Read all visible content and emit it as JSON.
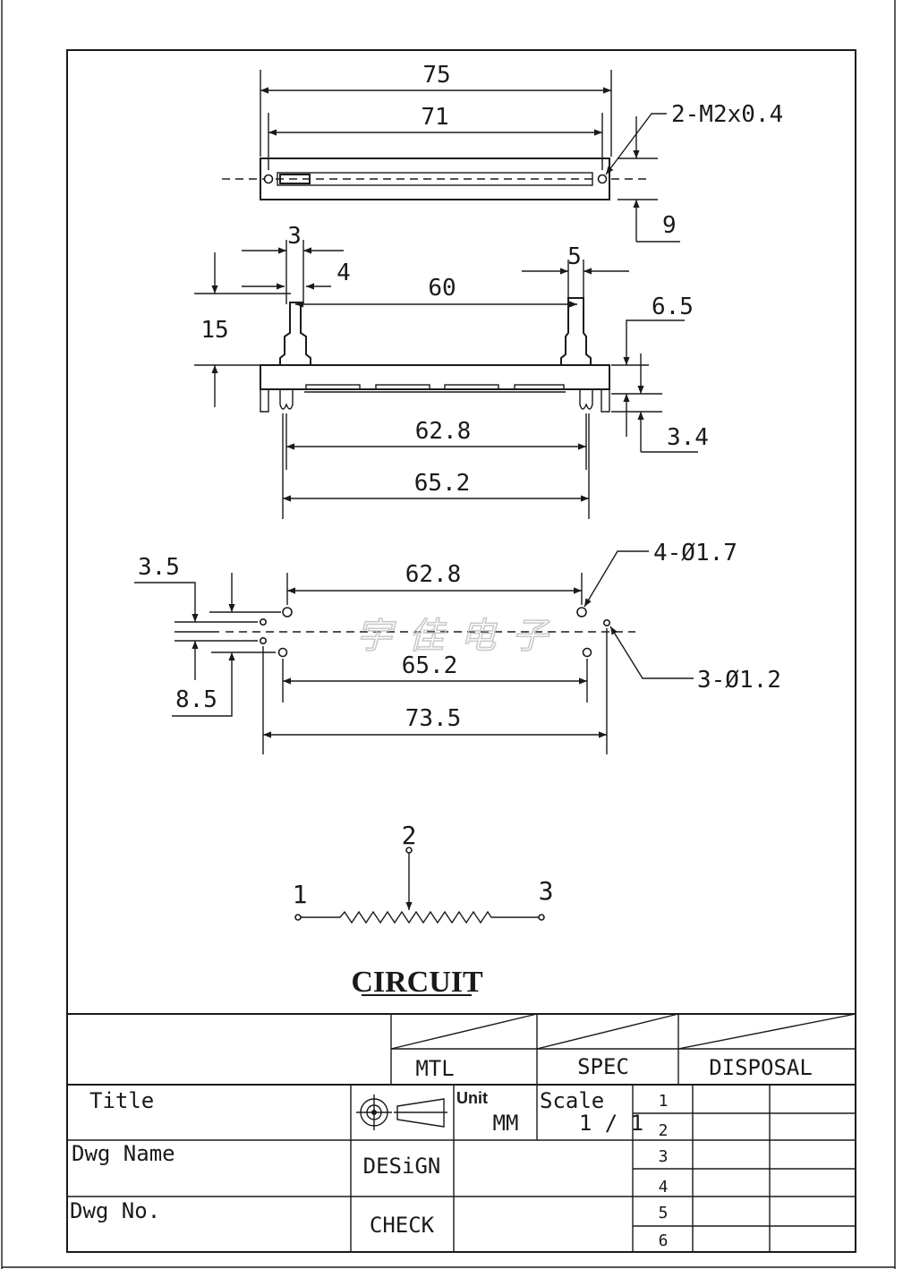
{
  "top_view": {
    "dim_overall": "75",
    "dim_holes": "71",
    "label_thread": "2-M2x0.4",
    "dim_edge": "9"
  },
  "side_view": {
    "dim_lever_a": "3",
    "dim_lever_b": "4",
    "dim_lever_c": "5",
    "dim_travel": "60",
    "dim_height": "15",
    "dim_body": "6.5",
    "dim_pin": "3.4",
    "dim_pin_inner": "62.8",
    "dim_pin_outer": "65.2"
  },
  "footprint": {
    "dim_offset_a": "3.5",
    "dim_offset_b": "8.5",
    "dim_span_top": "62.8",
    "dim_span_mid": "65.2",
    "dim_span_total": "73.5",
    "label_large_holes": "4-Ø1.7",
    "label_small_holes": "3-Ø1.2",
    "watermark": "宇佳电子"
  },
  "circuit": {
    "pin_1": "1",
    "pin_2": "2",
    "pin_3": "3",
    "title": "CIRCUIT"
  },
  "title_block": {
    "mtl": "MTL",
    "spec": "SPEC",
    "disposal": "DISPOSAL",
    "title_label": "Title",
    "unit_label": "Unit",
    "unit_value": "MM",
    "scale_label": "Scale",
    "scale_value": "1 / 1",
    "dwg_name_label": "Dwg Name",
    "design_label": "DESiGN",
    "dwg_no_label": "Dwg No.",
    "check_label": "CHECK",
    "rev_rows": [
      "1",
      "2",
      "3",
      "4",
      "5",
      "6"
    ]
  }
}
